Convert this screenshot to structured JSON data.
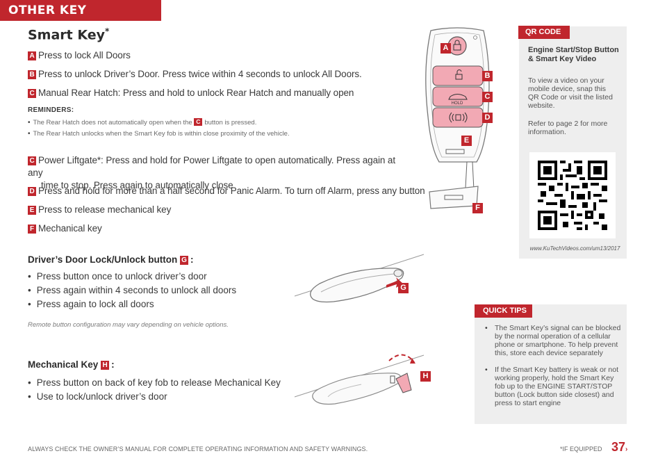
{
  "header": {
    "section_title": "OTHER KEY FEATURES"
  },
  "smart_key": {
    "title": "Smart Key",
    "title_sup": "*",
    "items": [
      {
        "badge": "A",
        "text": "Press to lock All Doors"
      },
      {
        "badge": "B",
        "text": "Press to unlock Driver’s Door. Press twice within 4 seconds to unlock All Doors."
      },
      {
        "badge": "C",
        "text": "Manual Rear Hatch: Press and hold to unlock Rear Hatch and manually open"
      }
    ],
    "reminders": {
      "heading": "REMINDERS:",
      "line1_before": "The Rear Hatch does not automatically open when the",
      "line1_badge": "C",
      "line1_after": "button is pressed.",
      "line2": "The Rear Hatch unlocks when the Smart Key fob is within close proximity of the vehicle."
    },
    "items2": [
      {
        "badge": "C",
        "line1": "Power Liftgate*: Press and hold for Power Liftgate to open automatically. Press again at any",
        "line2": "time to stop. Press again to automatically close"
      },
      {
        "badge": "D",
        "text": "Press and hold for more than a half second for Panic Alarm. To turn off Alarm, press any button"
      },
      {
        "badge": "E",
        "text": "Press to release mechanical key"
      },
      {
        "badge": "F",
        "text": "Mechanical key"
      }
    ]
  },
  "door_lock": {
    "heading": "Driver’s Door Lock/Unlock button",
    "heading_badge": "G",
    "heading_suffix": ":",
    "bullets": [
      "Press button once to unlock driver’s door",
      "Press again within 4 seconds to unlock all doors",
      "Press again to lock all doors"
    ],
    "note": "Remote button configuration may vary depending on vehicle options."
  },
  "mech_key": {
    "heading": "Mechanical Key",
    "heading_badge": "H",
    "heading_suffix": ":",
    "bullets": [
      "Press button on back of key fob to release Mechanical Key",
      "Use to lock/unlock driver’s door"
    ]
  },
  "qr": {
    "tab": "QR CODE",
    "title": "Engine Start/Stop Button & Smart Key Video",
    "text1": "To view a video on your mobile device, snap this QR Code or visit the listed website.",
    "text2": "Refer to page 2 for more information.",
    "url": "www.KuTechVideos.com/um13/2017"
  },
  "tips": {
    "tab": "QUICK TIPS",
    "items": [
      "The Smart Key’s signal can be blocked by the normal operation of a cellular phone or smartphone. To help prevent this, store each device separately",
      "If the Smart Key battery is weak or not working properly, hold the Smart Key fob up to the ENGINE START/STOP button (Lock button side closest) and press to start engine"
    ]
  },
  "fob_labels": {
    "a": "A",
    "b": "B",
    "c": "C",
    "d": "D",
    "e": "E",
    "f": "F",
    "g": "G",
    "h": "H",
    "hold": "HOLD"
  },
  "footer": {
    "warning": "ALWAYS CHECK THE OWNER’S MANUAL FOR COMPLETE OPERATING INFORMATION AND SAFETY WARNINGS.",
    "if_equipped": "*IF EQUIPPED",
    "page_number": "37"
  },
  "colors": {
    "accent": "#c0262d",
    "panel": "#eeeeee",
    "fob_button": "#f2a9b4"
  }
}
